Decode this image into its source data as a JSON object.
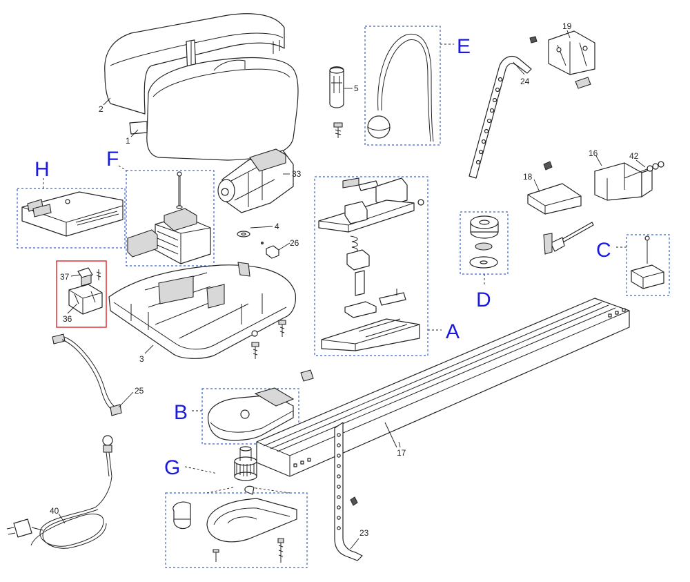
{
  "colors": {
    "group_label": "#1a1adc",
    "group_box": "#3a5fcd",
    "highlight_box": "#e03030",
    "line": "#222222"
  },
  "group_labels": {
    "A": "A",
    "B": "B",
    "C": "C",
    "D": "D",
    "E": "E",
    "F": "F",
    "G": "G",
    "H": "H"
  },
  "part_numbers": {
    "p1": "1",
    "p2": "2",
    "p3": "3",
    "p4": "4",
    "p5": "5",
    "p16": "16",
    "p17": "17",
    "p18": "18",
    "p19": "19",
    "p23": "23",
    "p24": "24",
    "p25": "25",
    "p26": "26",
    "p33": "33",
    "p36": "36",
    "p37": "37",
    "p40": "40",
    "p42": "42"
  }
}
